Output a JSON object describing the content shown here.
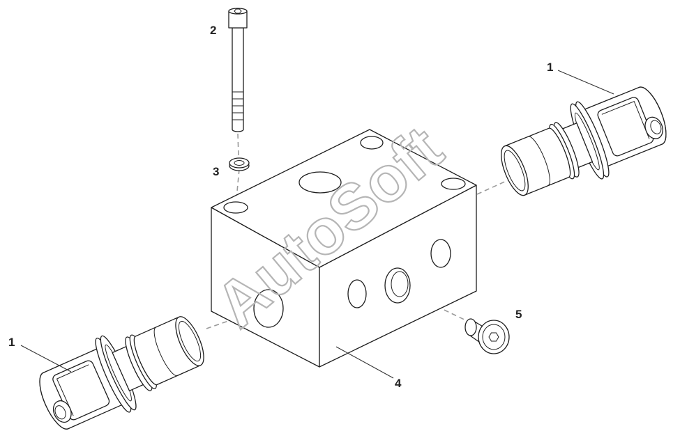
{
  "callouts": {
    "bolt": "2",
    "washer": "3",
    "block": "4",
    "plug": "5",
    "solenoid_right": "1",
    "solenoid_left": "1"
  },
  "watermark": "AutoSoft",
  "colors": {
    "line": "#1e1e1e",
    "center_line": "#9a9a9a",
    "watermark": "#b5b5b5",
    "background": "#ffffff"
  }
}
